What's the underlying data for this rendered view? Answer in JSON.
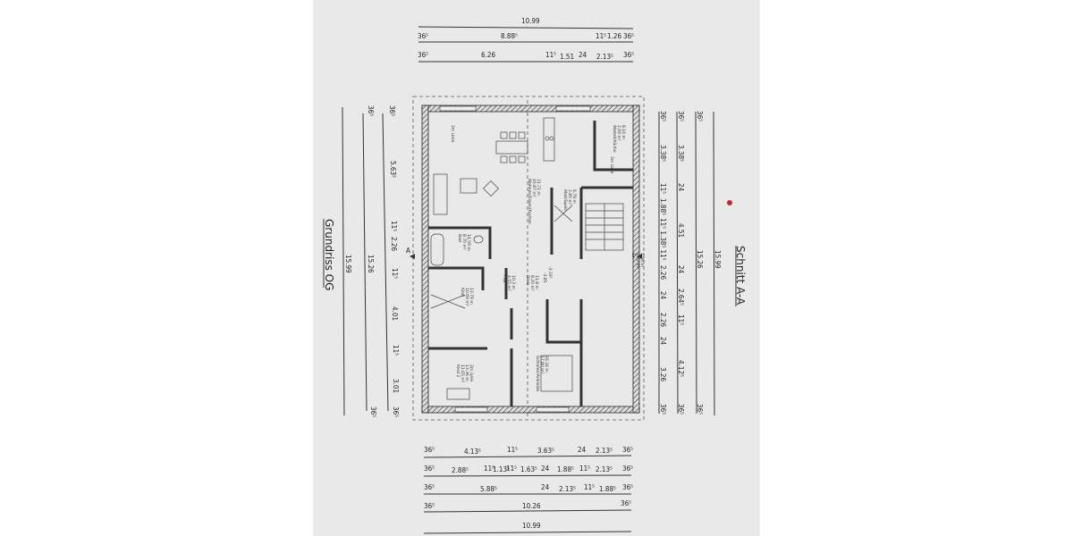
{
  "titles": {
    "plan": "Grundriss OG",
    "section": "Schnitt A-A"
  },
  "top_dims": {
    "row1": [
      "10.99"
    ],
    "row2": [
      "36⁵",
      "8.88⁵",
      "11⁵",
      "1.26",
      "36⁵"
    ],
    "row3": [
      "36⁵",
      "6.26",
      "11⁵",
      "1.51",
      "24",
      "2.13⁵",
      "36⁵"
    ]
  },
  "bottom_dims": {
    "row1": [
      "36⁵",
      "4.13⁵",
      "11⁵",
      "3.63⁵",
      "24",
      "2.13⁵",
      "36⁵"
    ],
    "row2": [
      "36⁵",
      "2.88⁵",
      "11⁵",
      "1.13⁵",
      "11⁵",
      "1.63⁵",
      "24",
      "1.88⁵",
      "11⁵",
      "2.13⁵",
      "36⁵"
    ],
    "row3": [
      "36⁵",
      "5.88⁵",
      "24",
      "2.13⁵",
      "11⁵",
      "1.88⁵",
      "36⁵"
    ],
    "row4": [
      "36⁵",
      "10.26",
      "36⁵"
    ],
    "row5": [
      "10.99"
    ]
  },
  "left_dims": {
    "outer": [
      "15.99"
    ],
    "middle": [
      "36⁵",
      "15.26",
      "36⁵"
    ],
    "inner": [
      "36⁵",
      "5.63⁵",
      "11⁵",
      "2.26",
      "11⁵",
      "4.01",
      "11⁵",
      "3.01",
      "36⁵"
    ]
  },
  "right_dims": {
    "inner": [
      "36⁵",
      "3.38⁵",
      "11⁵",
      "1.88⁵",
      "11⁵ 1.38⁵ 11⁵",
      "2.26",
      "24",
      "2.26",
      "24",
      "3.26",
      "36⁵"
    ],
    "second": [
      "36⁵",
      "3.38⁵",
      "24",
      "4.51",
      "24",
      "2.64⁵",
      "11⁵",
      "4.12⁵",
      "36⁵"
    ],
    "third": [
      "36⁵",
      "15.26",
      "36⁵"
    ],
    "outer": [
      "15.99"
    ]
  },
  "rooms": [
    {
      "name": "Wohnen/Essen/Kochen",
      "area": "45.87 m²",
      "perimeter": "31.71 m"
    },
    {
      "name": "Abstell/Küche",
      "area": "2.69 m²",
      "perimeter": "8.16 m"
    },
    {
      "name": "Bad",
      "area": "8.70 m²",
      "perimeter": "14.59 m"
    },
    {
      "name": "Flur",
      "area": "4.55 m²",
      "perimeter": "10.3 m"
    },
    {
      "name": "Diele",
      "area": "8.20 m²",
      "perimeter": "11.8 m"
    },
    {
      "name": "Kind",
      "area": "10.69 m²",
      "perimeter": "13.79 m"
    },
    {
      "name": "Kind 2",
      "area": "11.65 m²",
      "perimeter": "13.36 m"
    },
    {
      "name": "Schlafen/Ankleide",
      "area": "17.80 m²",
      "perimeter": "16.34 m"
    },
    {
      "name": "Abst/Speis",
      "area": "2.85 m²",
      "perimeter": "6.79 m"
    },
    {
      "name": "Ein",
      "area": "1.92 m²",
      "perimeter": "5.96 m"
    }
  ],
  "notes": {
    "line1": "2m Linie",
    "line2": "2m Linie",
    "line3": "2m Linie",
    "level1": "-3.33⁵",
    "level2": "-3.85",
    "section_mark": "A"
  },
  "colors": {
    "paper": "#e9e9ea",
    "ink": "#222222",
    "stain": "#c0283a"
  }
}
